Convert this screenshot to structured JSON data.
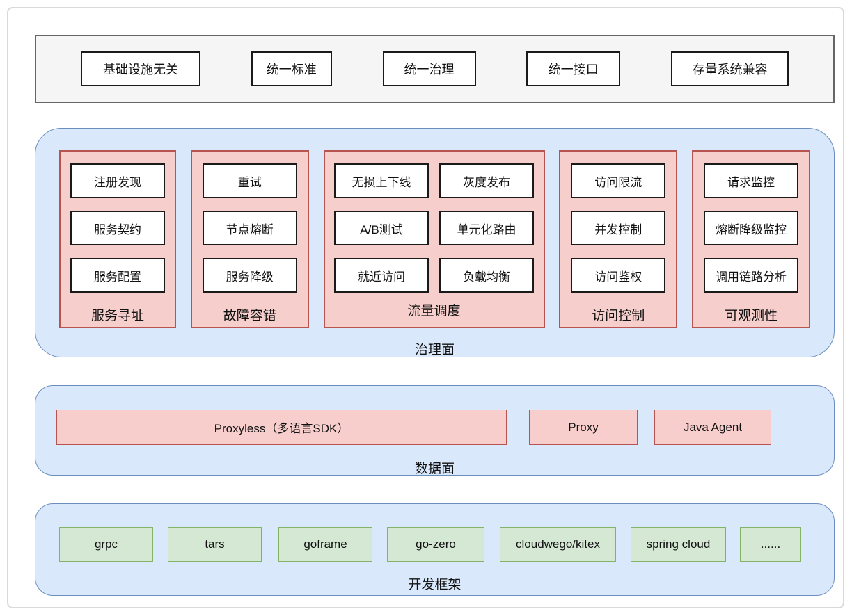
{
  "top_bar": {
    "items": [
      "基础设施无关",
      "统一标准",
      "统一治理",
      "统一接口",
      "存量系统兼容"
    ]
  },
  "governance": {
    "label": "治理面",
    "columns": [
      {
        "label": "服务寻址",
        "items": [
          "注册发现",
          "服务契约",
          "服务配置"
        ]
      },
      {
        "label": "故障容错",
        "items": [
          "重试",
          "节点熔断",
          "服务降级"
        ]
      },
      {
        "label": "流量调度",
        "items": [
          "无损上下线",
          "灰度发布",
          "A/B测试",
          "单元化路由",
          "就近访问",
          "负载均衡"
        ]
      },
      {
        "label": "访问控制",
        "items": [
          "访问限流",
          "并发控制",
          "访问鉴权"
        ]
      },
      {
        "label": "可观测性",
        "items": [
          "请求监控",
          "熔断降级监控",
          "调用链路分析"
        ]
      }
    ]
  },
  "data_plane": {
    "label": "数据面",
    "items": [
      "Proxyless（多语言SDK）",
      "Proxy",
      "Java Agent"
    ]
  },
  "frameworks": {
    "label": "开发框架",
    "items": [
      "grpc",
      "tars",
      "goframe",
      "go-zero",
      "cloudwego/kitex",
      "spring cloud",
      "......"
    ]
  },
  "colors": {
    "plane_fill": "#dae8fc",
    "plane_stroke": "#6c8ebf",
    "pink_fill": "#f8cecc",
    "pink_stroke": "#b85450",
    "green_fill": "#d5e8d4",
    "green_stroke": "#82b366",
    "bar_fill": "#f5f5f5",
    "bar_stroke": "#666666"
  }
}
